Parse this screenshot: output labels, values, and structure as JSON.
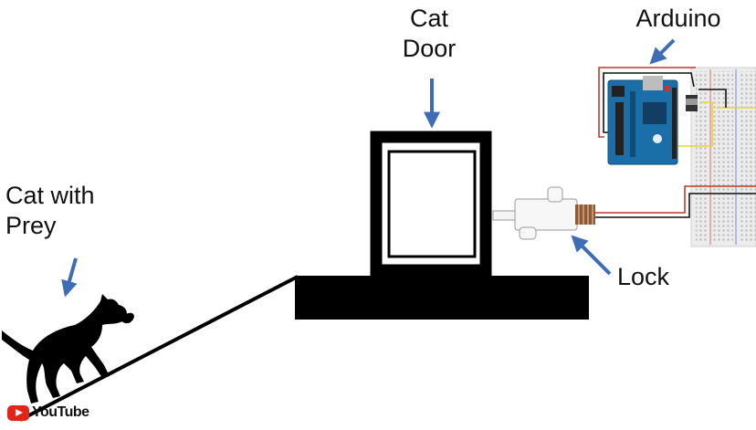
{
  "labels": {
    "cat_door": "Cat\nDoor",
    "arduino": "Arduino",
    "cat_with_prey": "Cat with\nPrey",
    "lock": "Lock"
  },
  "watermark": {
    "text": "YouTube",
    "icon": "youtube-play-icon"
  },
  "colors": {
    "arrow": "#3e6db5",
    "ink": "#000000",
    "arduino_board": "#1b6fa8",
    "wire_red": "#c0392b",
    "wire_yellow": "#e8d533",
    "breadboard": "#eeeeee",
    "youtube_red": "#e3241b"
  }
}
